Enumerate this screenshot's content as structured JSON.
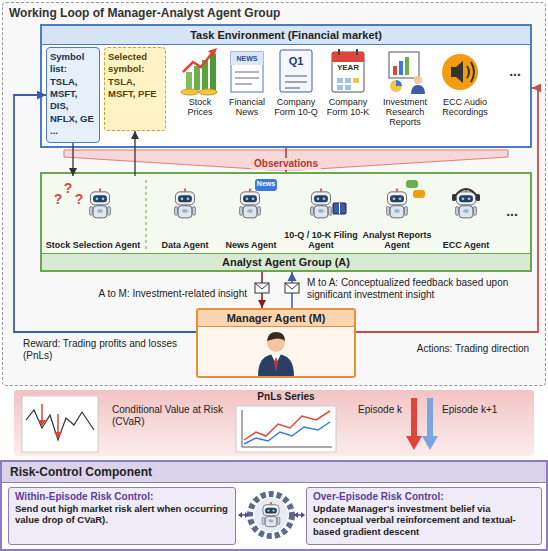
{
  "diagram": {
    "nodes": [
      {
        "text": [
          "Working Loop of Manager-Analyst Agent Group"
        ]
      },
      {
        "text": [
          "Task Environment (Financial market)"
        ],
        "in": 0
      },
      {
        "text": [
          "Symbol list: TSLA, MSFT, DIS, NFLX, GE ..."
        ],
        "in": 1
      },
      {
        "text": [
          "Selected symbol: TSLA, MSFT, PFE"
        ],
        "in": 1
      },
      {
        "text": [
          "Analyst Agent Group (A)"
        ],
        "in": 0
      },
      {
        "text": [
          "Stock Selection Agent"
        ],
        "in": 4
      },
      {
        "text": [
          "Data Agent"
        ],
        "in": 4
      },
      {
        "text": [
          "News Agent"
        ],
        "in": 4
      },
      {
        "text": [
          "10-Q / 10-K Filing Agent"
        ],
        "in": 4
      },
      {
        "text": [
          "Analyst Reports Agent"
        ],
        "in": 4
      },
      {
        "text": [
          "ECC Agent"
        ],
        "in": 4
      },
      {
        "text": [
          "Manager Agent (M)"
        ],
        "in": 0
      },
      {
        "text": [
          "Conditional Value at Risk (CVaR)",
          "PnLs Series",
          "Episode k",
          "Episode k+1"
        ]
      },
      {
        "text": [
          "Risk-Control Component"
        ]
      },
      {
        "text": [
          "Within-Episode Risk Control:",
          "Send out high market risk alert when occurring value drop of CVaR)."
        ],
        "in": 13
      },
      {
        "text": [
          "Over-Episode Risk Control:",
          "Update Manager's investment belief via conceptual verbal reinforcement and textual-based gradient descent"
        ],
        "in": 13
      }
    ],
    "edges": [
      {
        "from": 2,
        "to": 5,
        "arrow": "to"
      },
      {
        "from": 5,
        "to": 3,
        "arrow": "to"
      },
      {
        "from": 1,
        "to": 4,
        "label": "Observations",
        "arrow": "to"
      },
      {
        "from": 4,
        "to": 11,
        "label": "A to M: Investment-related insight",
        "arrow": "to"
      },
      {
        "from": 11,
        "to": 4,
        "label": "M to A: Conceptualized feedback based upon significant investment insight",
        "arrow": "to"
      },
      {
        "from": 11,
        "to": 2,
        "label": "Reward: Trading profits and losses (PnLs)",
        "arrow": "to"
      },
      {
        "from": 11,
        "to": 1,
        "label": "Actions: Trading direction",
        "arrow": "to"
      }
    ],
    "labels": [
      "Stock Prices",
      "Financial News",
      "Company Form 10-Q",
      "Company Form 10-K",
      "Investment Research Reports",
      "ECC Audio Recordings",
      "...",
      "NEWS",
      "Q1",
      "YEAR",
      "?",
      "?",
      "?",
      "News",
      "..."
    ]
  }
}
